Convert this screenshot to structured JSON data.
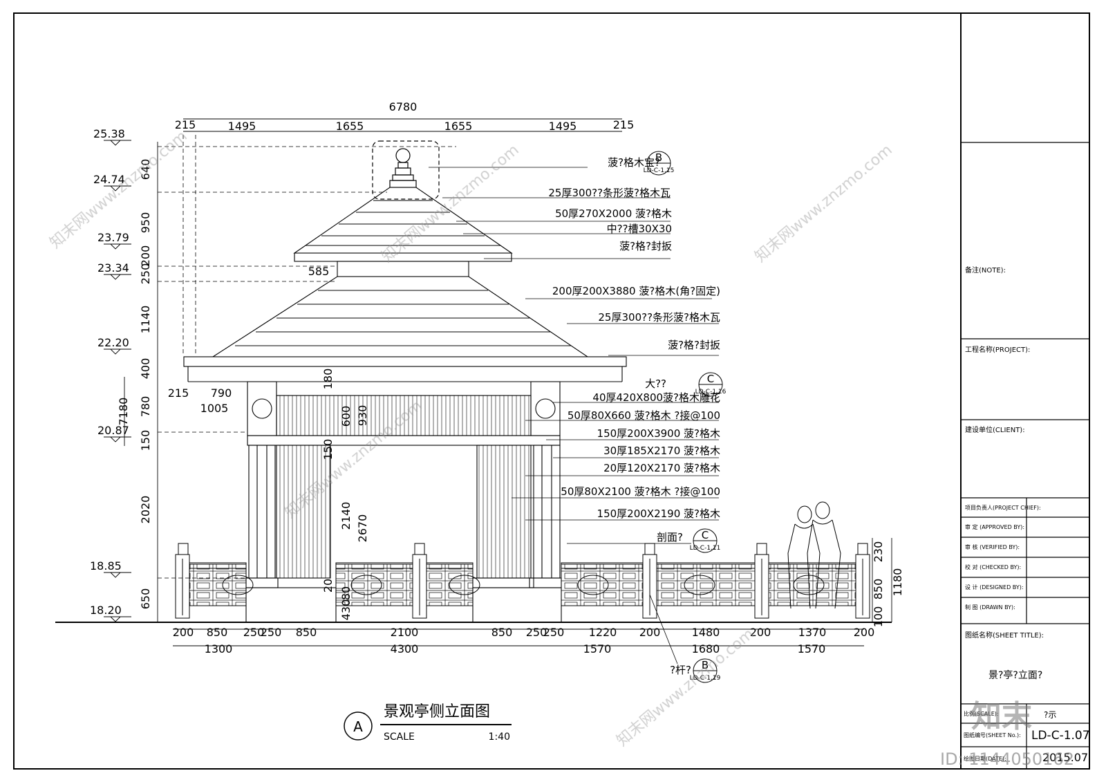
{
  "title_block": {
    "note_label": "备注(NOTE):",
    "project_label": "工程名称(PROJECT):",
    "client_label": "建设单位(CLIENT):",
    "roles": [
      "项目负责人(PROJECT CHIEF):",
      "审 定 (APPROVED BY):",
      "审 核 (VERIFIED BY):",
      "校 对 (CHECKED BY):",
      "设 计 (DESIGNED BY):",
      "制 图 (DRAWN BY):"
    ],
    "sheet_title_label": "图纸名称(SHEET TITLE):",
    "sheet_title": "景?亭?立面?",
    "scale_label": "比例(SCALE):",
    "scale_value": "?示",
    "sheet_no_label": "图纸编号(SHEET No.):",
    "sheet_no": "LD-C-1.07",
    "date_label": "绘图日期(DATE):",
    "date_value": "2015.07"
  },
  "drawing_title": {
    "marker": "A",
    "title": "景观亭侧立面图",
    "scale_text": "SCALE",
    "scale_ratio": "1:40"
  },
  "top_dims": {
    "overall": "6780",
    "segments": [
      "215",
      "1495",
      "1655",
      "1655",
      "1495",
      "215"
    ]
  },
  "elevations": [
    "25.38",
    "24.74",
    "23.79",
    "23.34",
    "22.20",
    "20.87",
    "18.85",
    "18.20"
  ],
  "left_dims": [
    "640",
    "950",
    "200",
    "250",
    "1140",
    "400",
    "780",
    "150",
    "2020",
    "650"
  ],
  "left_total": "7180",
  "inner_dims": [
    "215",
    "790",
    "1005",
    "585",
    "180",
    "600",
    "930",
    "150",
    "2140",
    "2670",
    "20",
    "80",
    "430"
  ],
  "right_dims": [
    "230",
    "850",
    "100",
    "1180"
  ],
  "bottom_row1": [
    "200",
    "850",
    "250",
    "250",
    "850",
    "2100",
    "850",
    "250",
    "250",
    "1220",
    "200",
    "1480",
    "200",
    "1370",
    "200"
  ],
  "bottom_row2": [
    "1300",
    "4300",
    "1570",
    "1680",
    "1570"
  ],
  "callouts": [
    "菠?格木宝?",
    "25厚300??条形菠?格木瓦",
    "50厚270X2000 菠?格木",
    "中??槽30X30",
    "菠?格?封扳",
    "200厚200X3880 菠?格木(角?固定)",
    "25厚300??条形菠?格木瓦",
    "菠?格?封扳",
    "大??",
    "40厚420X800菠?格木雕花",
    "50厚80X660 菠?格木 ?接@100",
    "150厚200X3900 菠?格木",
    "30厚185X2170 菠?格木",
    "20厚120X2170 菠?格木",
    "50厚80X2100 菠?格木 ?接@100",
    "150厚200X2190 菠?格木",
    "剖面?",
    "?杆?"
  ],
  "detail_refs": [
    {
      "letter": "B",
      "sheet": "LD-C-1.15"
    },
    {
      "letter": "C",
      "sheet": "LD-C-1.16"
    },
    {
      "letter": "C",
      "sheet": "LD-C-1.11"
    },
    {
      "letter": "B",
      "sheet": "LD-C-1.19"
    }
  ],
  "watermarks": {
    "repeat_text": "知末网www.znzmo.com",
    "logo": "知末",
    "id_text": "ID: 1144050162"
  }
}
